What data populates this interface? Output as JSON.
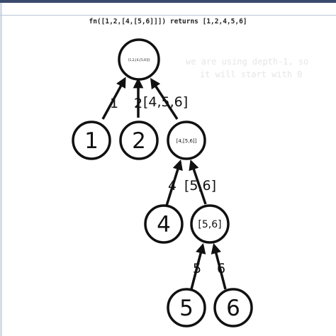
{
  "header": {
    "title": "fn([1,2,[4,[5,6]]]) returns [1,2,4,5,6]"
  },
  "background_text": {
    "line1": "we are using depth-1, so",
    "line2": "it will start with 0"
  },
  "nodes": {
    "root": "[1,2,[4,[5,6]]]",
    "n1": "1",
    "n2": "2",
    "n3": "[4,[5,6]]",
    "n4": "4",
    "n5": "[5,6]",
    "n6": "5",
    "n7": "6"
  },
  "edges": {
    "e1": "1",
    "e2": "2",
    "e3": "[4,5,6]",
    "e4": "4",
    "e5": "[5,6]",
    "e6": "5",
    "e7": "6"
  },
  "colors": {
    "stroke": "#111111",
    "background": "#ffffff",
    "header_bar": "#3b4a6b"
  }
}
